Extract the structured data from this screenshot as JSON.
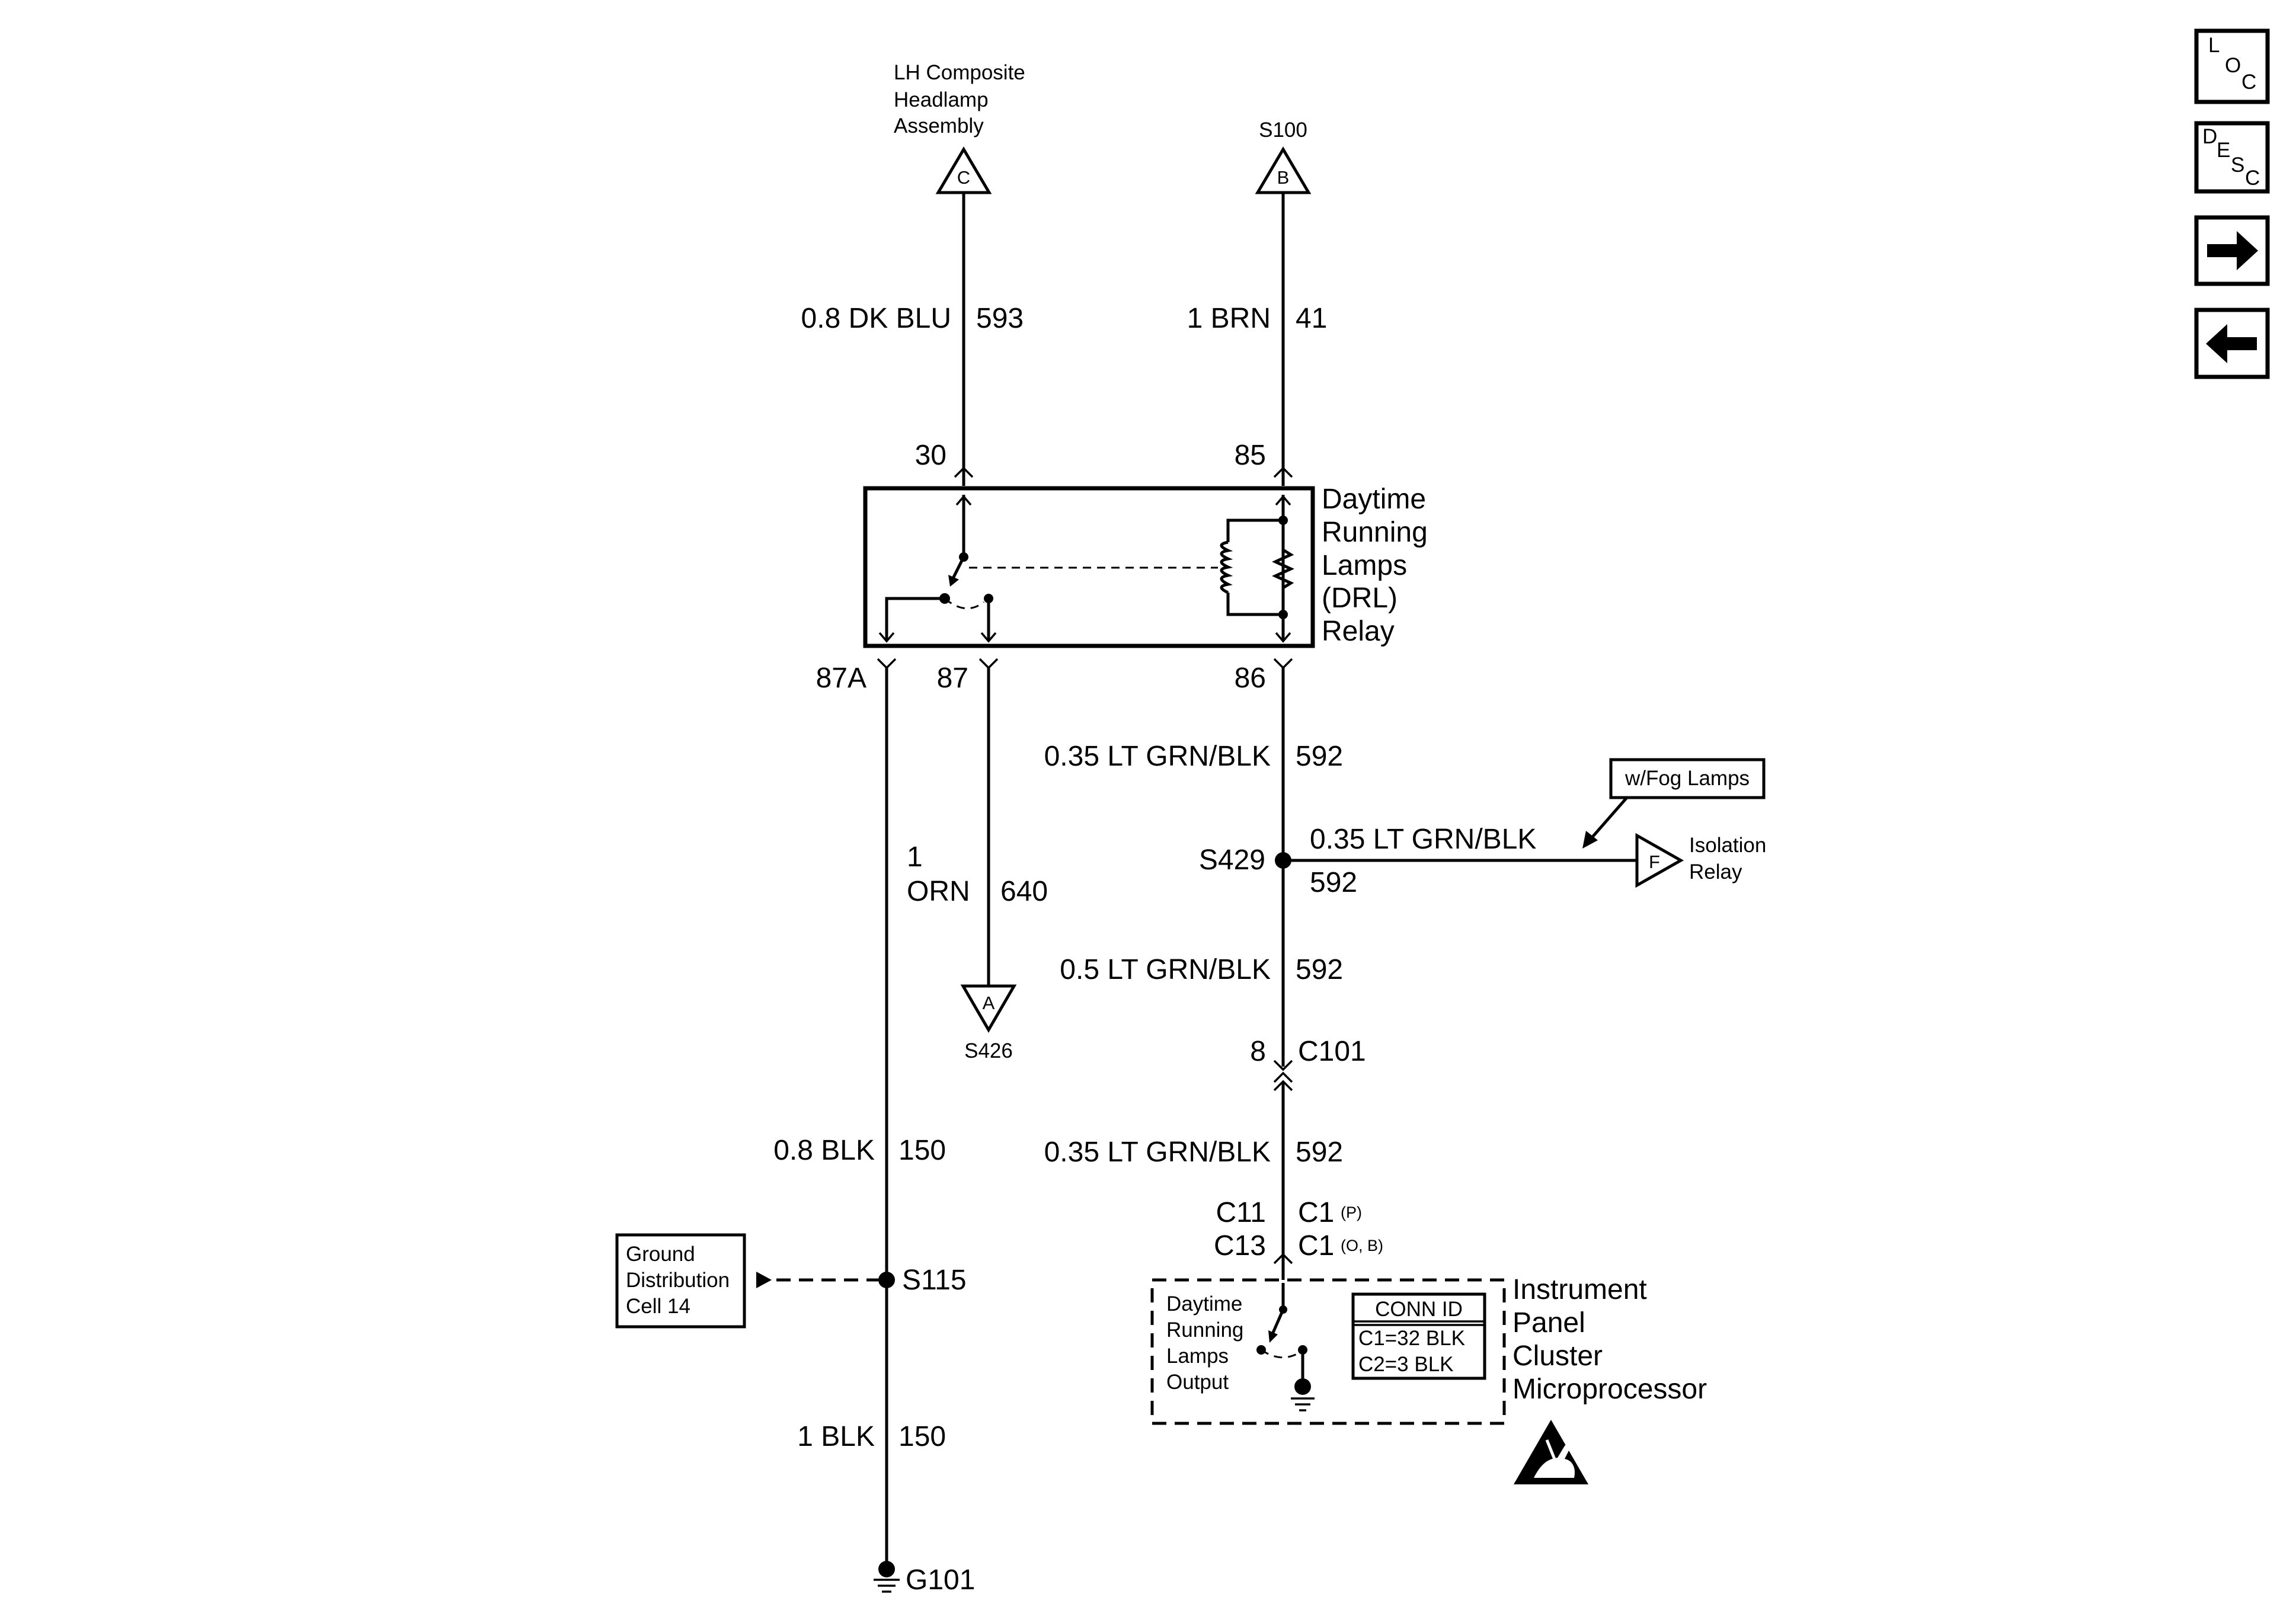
{
  "nav": {
    "loc": {
      "l1": "L",
      "l2": "O",
      "l3": "C"
    },
    "desc": {
      "l1": "D",
      "l2": "E",
      "l3": "S",
      "l4": "C"
    },
    "next_icon": "right-arrow-icon",
    "prev_icon": "left-arrow-icon"
  },
  "components": {
    "lh_headlamp": {
      "line1": "LH Composite",
      "line2": "Headlamp",
      "line3": "Assembly",
      "letter": "C"
    },
    "s100": {
      "label": "S100",
      "letter": "B"
    },
    "drl_relay": {
      "line1": "Daytime",
      "line2": "Running",
      "line3": "Lamps",
      "line4": "(DRL)",
      "line5": "Relay"
    },
    "s426": {
      "label": "S426",
      "letter": "A"
    },
    "s429": {
      "label": "S429"
    },
    "isolation_relay": {
      "line1": "Isolation",
      "line2": "Relay",
      "letter": "F"
    },
    "fog_note": "w/Fog Lamps",
    "c101": {
      "pin": "8",
      "label": "C101"
    },
    "ground_cell": {
      "line1": "Ground",
      "line2": "Distribution",
      "line3": "Cell 14"
    },
    "s115": {
      "label": "S115"
    },
    "g101": {
      "label": "G101"
    },
    "ipc": {
      "line1": "Instrument",
      "line2": "Panel",
      "line3": "Cluster",
      "line4": "Microprocessor"
    },
    "drl_output": {
      "line1": "Daytime",
      "line2": "Running",
      "line3": "Lamps",
      "line4": "Output"
    },
    "conn_id": {
      "title": "CONN ID",
      "row1": "C1=32 BLK",
      "row2": "C2=3 BLK"
    },
    "esd_icon": "esd-warning-icon",
    "ground_icon": "ground-symbol-icon"
  },
  "pins": {
    "p30": "30",
    "p85": "85",
    "p87a": "87A",
    "p87": "87",
    "p86": "86",
    "c11": "C11",
    "c13": "C13",
    "c1a": "C1",
    "c1a_note": "(P)",
    "c1b": "C1",
    "c1b_note": "(O, B)"
  },
  "wires": {
    "w593": {
      "spec": "0.8 DK BLU",
      "circuit": "593"
    },
    "w41": {
      "spec": "1 BRN",
      "circuit": "41"
    },
    "w592_a": {
      "spec": "0.35 LT GRN/BLK",
      "circuit": "592"
    },
    "w592_iso": {
      "spec": "0.35 LT GRN/BLK",
      "circuit": "592"
    },
    "w640": {
      "spec_line1": "1",
      "spec_line2": "ORN",
      "circuit": "640"
    },
    "w592_b": {
      "spec": "0.5 LT GRN/BLK",
      "circuit": "592"
    },
    "w592_c": {
      "spec": "0.35 LT GRN/BLK",
      "circuit": "592"
    },
    "w150_a": {
      "spec": "0.8 BLK",
      "circuit": "150"
    },
    "w150_b": {
      "spec": "1 BLK",
      "circuit": "150"
    }
  }
}
